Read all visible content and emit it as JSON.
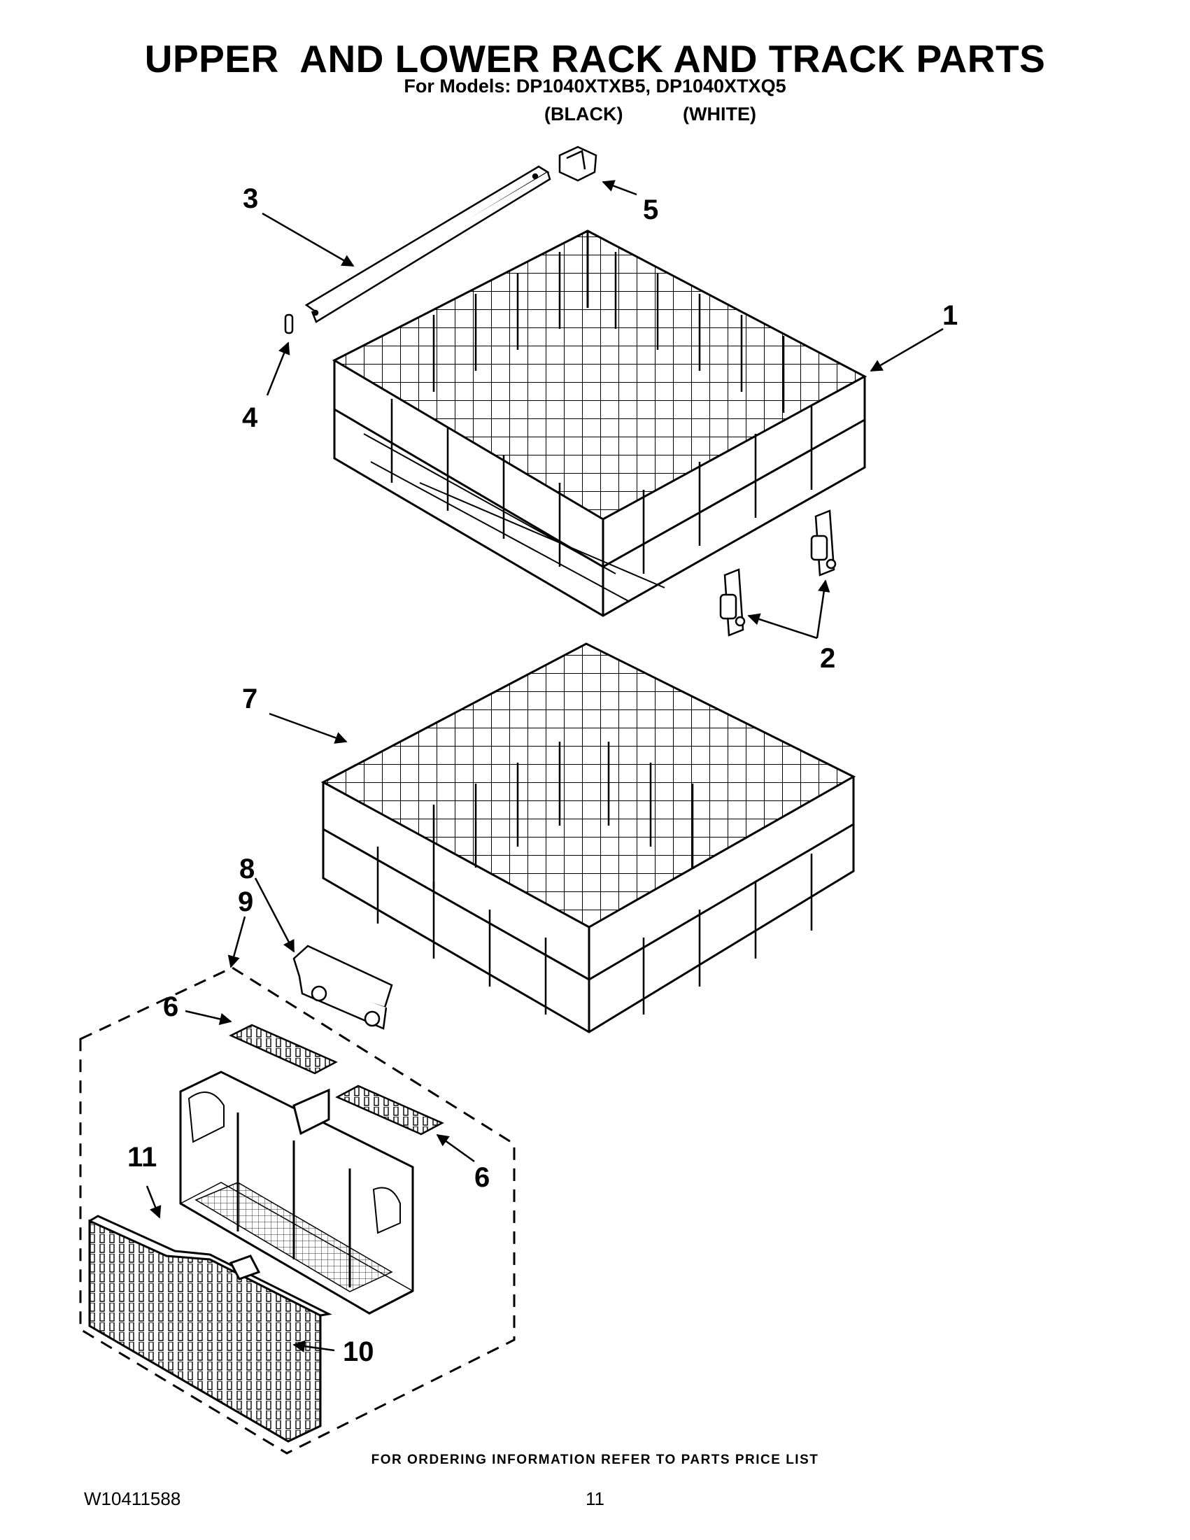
{
  "header": {
    "title": "UPPER  AND LOWER RACK AND TRACK PARTS",
    "models": "For Models: DP1040XTXB5, DP1040XTXQ5",
    "color_black": "(BLACK)",
    "color_white": "(WHITE)"
  },
  "callouts": {
    "c1": "1",
    "c2": "2",
    "c3": "3",
    "c4": "4",
    "c5": "5",
    "c6a": "6",
    "c6b": "6",
    "c7": "7",
    "c8": "8",
    "c9": "9",
    "c10": "10",
    "c11": "11"
  },
  "footer": {
    "ordering_note": "FOR ORDERING INFORMATION REFER TO PARTS PRICE LIST",
    "doc_number": "W10411588",
    "page_number": "11"
  }
}
